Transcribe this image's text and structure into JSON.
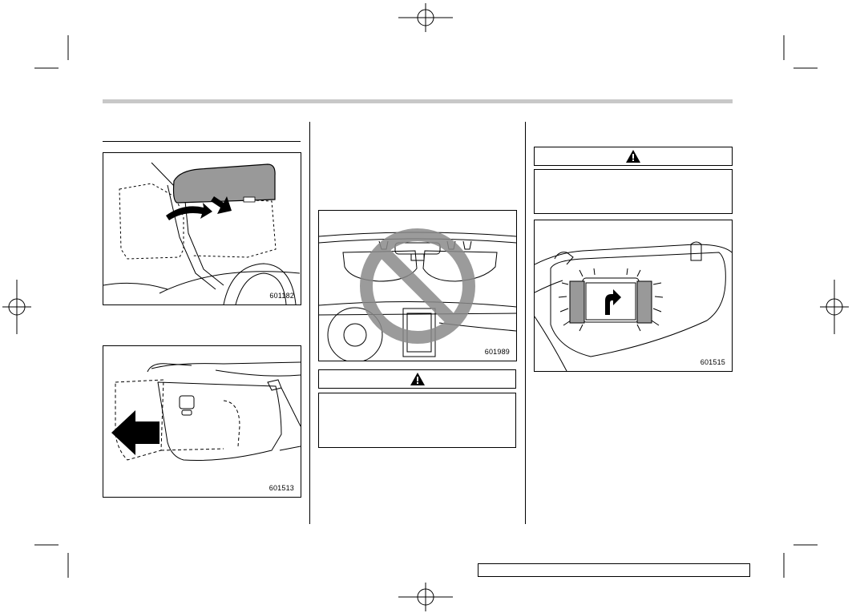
{
  "page": {
    "colors": {
      "header_bar": "#c8c8c8",
      "ink": "#000000",
      "visor_fill": "#999999"
    }
  },
  "figures": {
    "visor_swing_side": {
      "code": "601182"
    },
    "visor_extension": {
      "code": "601513"
    },
    "visor_prohibited": {
      "code": "601989"
    },
    "vanity_mirror": {
      "code": "601515"
    }
  },
  "warnings": [
    {
      "icon": "warning-triangle-icon"
    },
    {
      "icon": "warning-triangle-icon"
    }
  ]
}
